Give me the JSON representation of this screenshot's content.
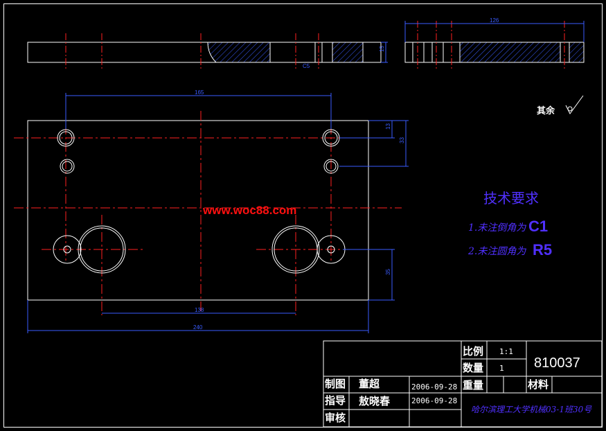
{
  "watermark": "www.woc88.com",
  "dimensions": {
    "top_width": "126",
    "top_thickness": "15",
    "chamfer": "C5",
    "hole_span": "165",
    "vert_13": "13",
    "vert_33": "33",
    "hole_span_lower": "138",
    "overall_width": "240",
    "vert_35": "35"
  },
  "surface_note": "其余",
  "tech_req": {
    "title": "技术要求",
    "line1_prefix": "1.未注倒角为",
    "line1_value": "C1",
    "line2_prefix": "2.未注圆角为",
    "line2_value": "R5"
  },
  "title_block": {
    "scale_label": "比例",
    "scale_value": "1:1",
    "qty_label": "数量",
    "qty_value": "1",
    "drawing_no": "810037",
    "weight_label": "重量",
    "material_label": "材料",
    "drawn_label": "制图",
    "drawn_name": "董超",
    "drawn_date": "2006-09-28",
    "guide_label": "指导",
    "guide_name": "敖晓春",
    "guide_date": "2006-09-28",
    "review_label": "审核",
    "school": "哈尔滨理工大学机械03-1班30号"
  }
}
